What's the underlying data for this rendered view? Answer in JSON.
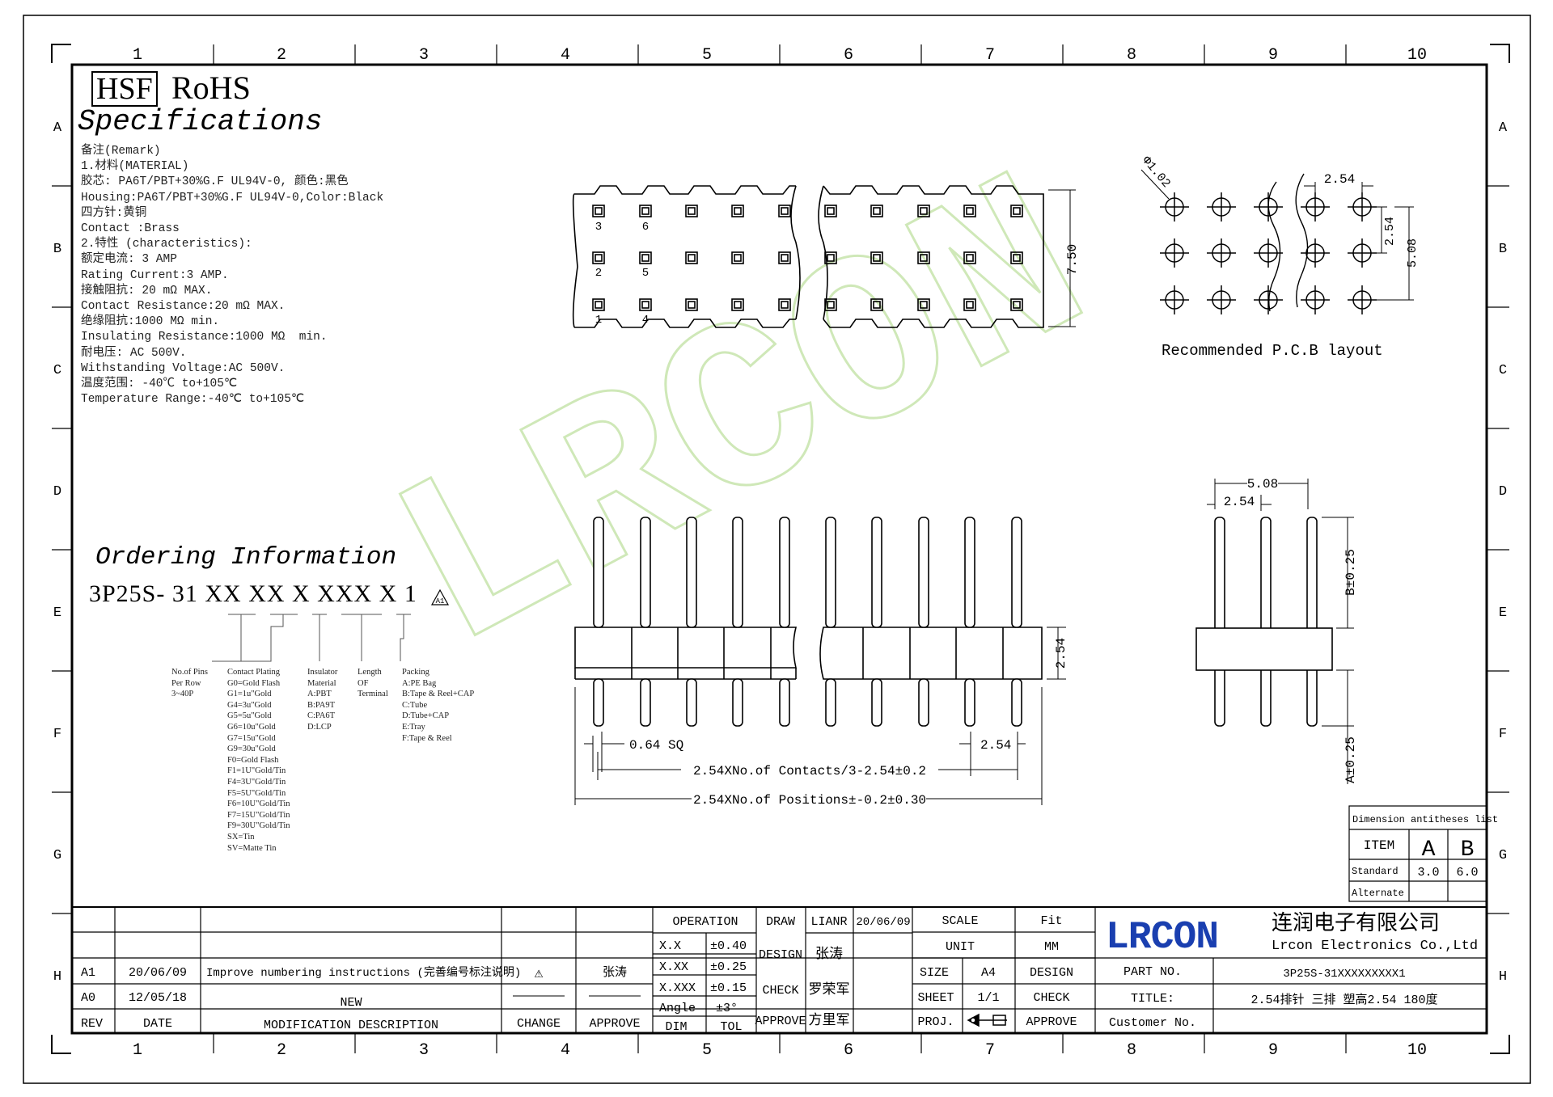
{
  "brand": {
    "hsf": "HSF",
    "rohs": "RoHS",
    "specifications": "Specifications",
    "accent_color": "#1a3fb0",
    "watermark_color": "#cfe8b8",
    "watermark_text": "LRCON"
  },
  "grid": {
    "columns": [
      "1",
      "2",
      "3",
      "4",
      "5",
      "6",
      "7",
      "8",
      "9",
      "10"
    ],
    "rows": [
      "A",
      "B",
      "C",
      "D",
      "E",
      "F",
      "G",
      "H"
    ]
  },
  "spec": {
    "lines": [
      "备注(Remark)",
      "1.材料(MATERIAL)",
      "胶芯: PA6T/PBT+30%G.F UL94V-0, 颜色:黑色",
      "Housing:PA6T/PBT+30%G.F UL94V-0,Color:Black",
      "四方针:黄铜",
      "Contact :Brass",
      "2.特性 (characteristics):",
      "额定电流: 3 AMP",
      "Rating Current:3 AMP.",
      "接触阻抗: 20 mΩ MAX.",
      "Contact Resistance:20 mΩ MAX.",
      "绝缘阻抗:1000 MΩ min.",
      "Insulating Resistance:1000 MΩ  min.",
      "耐电压: AC 500V.",
      "Withstanding Voltage:AC 500V.",
      "温度范围: -40℃ to+105℃",
      "Temperature Range:-40℃ to+105℃"
    ]
  },
  "ordering": {
    "title": "Ordering Information",
    "code": "3P25S- 31 XX XX X XXX X 1",
    "pins": [
      "No.of Pins",
      "Per Row",
      "3~40P"
    ],
    "plating": [
      "Contact Plating",
      "G0=Gold Flash",
      "G1=1u\"Gold",
      "G4=3u\"Gold",
      "G5=5u\"Gold",
      "G6=10u\"Gold",
      "G7=15u\"Gold",
      "G9=30u\"Gold",
      "F0=Gold Flash",
      "F1=1U\"Gold/Tin",
      "F4=3U\"Gold/Tin",
      "F5=5U\"Gold/Tin",
      "F6=10U\"Gold/Tin",
      "F7=15U\"Gold/Tin",
      "F9=30U\"Gold/Tin",
      "SX=Tin",
      "SV=Matte Tin"
    ],
    "insulator": [
      "Insulator",
      "Material",
      "A:PBT",
      "B:PA9T",
      "C:PA6T",
      "D:LCP"
    ],
    "length": [
      "Length",
      "OF",
      "Terminal"
    ],
    "packing": [
      "Packing",
      "A:PE Bag",
      "B:Tape & Reel+CAP",
      "C:Tube",
      "D:Tube+CAP",
      "E:Tray",
      "F:Tape & Reel"
    ]
  },
  "top_view": {
    "pin_numbers": [
      "3",
      "6",
      "2",
      "5",
      "1",
      "4"
    ],
    "dim_height": "7.50"
  },
  "pcb": {
    "hole_dia": "Φ1.02",
    "pitch_top": "2.54",
    "pitch_side": "2.54",
    "span_side": "5.08",
    "caption": "Recommended P.C.B layout"
  },
  "front_view": {
    "housing_height": "2.54",
    "pin_sq": "0.64 SQ",
    "pitch": "2.54",
    "dim_contacts": "2.54XNo.of Contacts/3-2.54±0.2",
    "dim_positions": "2.54XNo.of Positions±-0.2±0.30"
  },
  "side_view": {
    "span": "5.08",
    "pitch": "2.54",
    "dim_b": "B±0.25",
    "dim_a": "A±0.25"
  },
  "dim_table": {
    "title": "Dimension antitheses list",
    "item": "ITEM",
    "col_a": "A",
    "col_b": "B",
    "standard": "Standard",
    "alternate": "Alternate",
    "std_a": "3.0",
    "std_b": "6.0"
  },
  "revisions": {
    "rows": [
      {
        "rev": "A1",
        "date": "20/06/09",
        "desc": "Improve numbering instructions (完善编号标注说明)",
        "change": "⚠",
        "approve": "张涛"
      },
      {
        "rev": "A0",
        "date": "12/05/18",
        "desc": "NEW",
        "change": "",
        "approve": ""
      }
    ],
    "header": {
      "rev": "REV",
      "date": "DATE",
      "desc": "MODIFICATION DESCRIPTION",
      "change": "CHANGE",
      "approve": "APPROVE"
    }
  },
  "tolerance": {
    "title": "OPERATION",
    "rows": [
      [
        "X.X",
        "±0.40"
      ],
      [
        "X.XX",
        "±0.25"
      ],
      [
        "X.XXX",
        "±0.15"
      ],
      [
        "Angle",
        "±3°"
      ]
    ],
    "dim": "DIM",
    "tol": "TOL"
  },
  "signoff": {
    "draw": "DRAW",
    "draw_name": "LIANR",
    "draw_date": "20/06/09",
    "design": "DESIGN",
    "design_name": "张涛",
    "check": "CHECK",
    "check_name": "罗荣军",
    "approve": "APPROVE",
    "approve_name": "方里军"
  },
  "info": {
    "scale": "SCALE",
    "scale_val": "Fit",
    "unit": "UNIT",
    "unit_val": "MM",
    "size": "SIZE",
    "size_val": "A4",
    "design": "DESIGN",
    "sheet": "SHEET",
    "sheet_val": "1/1",
    "check": "CHECK",
    "proj": "PROJ.",
    "approve": "APPROVE"
  },
  "company": {
    "logo": "LRCON",
    "name_cn": "连润电子有限公司",
    "name_en": "Lrcon Electronics Co.,Ltd",
    "part_no_label": "PART NO.",
    "part_no": "3P25S-31XXXXXXXXX1",
    "title_label": "TITLE:",
    "title": "2.54排针 三排 塑高2.54 180度",
    "customer_label": "Customer No."
  }
}
